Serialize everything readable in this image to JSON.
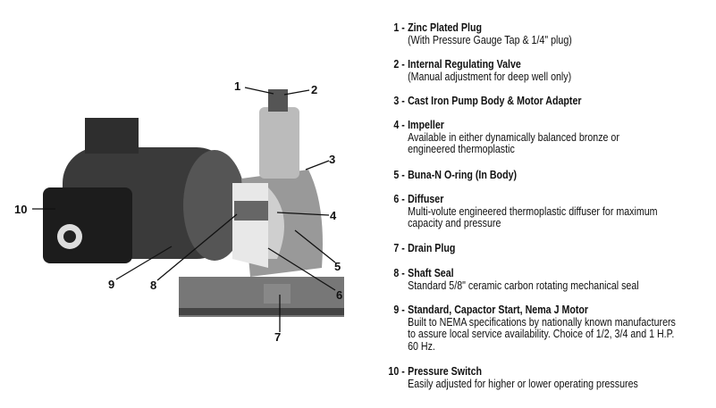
{
  "callouts": [
    "1",
    "2",
    "3",
    "4",
    "5",
    "6",
    "7",
    "8",
    "9",
    "10"
  ],
  "legend": [
    {
      "num": "1 -",
      "title": "Zinc Plated Plug",
      "desc": "(With Pressure Gauge Tap & 1/4\" plug)"
    },
    {
      "num": "2 -",
      "title": "Internal Regulating Valve",
      "desc": "(Manual adjustment for deep well only)"
    },
    {
      "num": "3 -",
      "title": "Cast Iron Pump Body & Motor Adapter",
      "desc": ""
    },
    {
      "num": "4 -",
      "title": "Impeller",
      "desc": "Available in either dynamically balanced bronze or engineered thermoplastic"
    },
    {
      "num": "5 -",
      "title": "Buna-N O-ring (In Body)",
      "desc": ""
    },
    {
      "num": "6 -",
      "title": "Diffuser",
      "desc": "Multi-volute engineered thermoplastic diffuser for maximum capacity and pressure"
    },
    {
      "num": "7 -",
      "title": "Drain Plug",
      "desc": ""
    },
    {
      "num": "8 -",
      "title": "Shaft Seal",
      "desc": "Standard 5/8\" ceramic carbon rotating mechanical seal"
    },
    {
      "num": "9 -",
      "title": "Standard, Capactor Start, Nema J Motor",
      "desc": "Built to NEMA specifications by nationally known manufacturers to assure local service availability. Choice of 1/2, 3/4 and 1 H.P. 60 Hz."
    },
    {
      "num": "10 -",
      "title": "Pressure Switch",
      "desc": "Easily adjusted for higher or lower operating pressures"
    }
  ]
}
